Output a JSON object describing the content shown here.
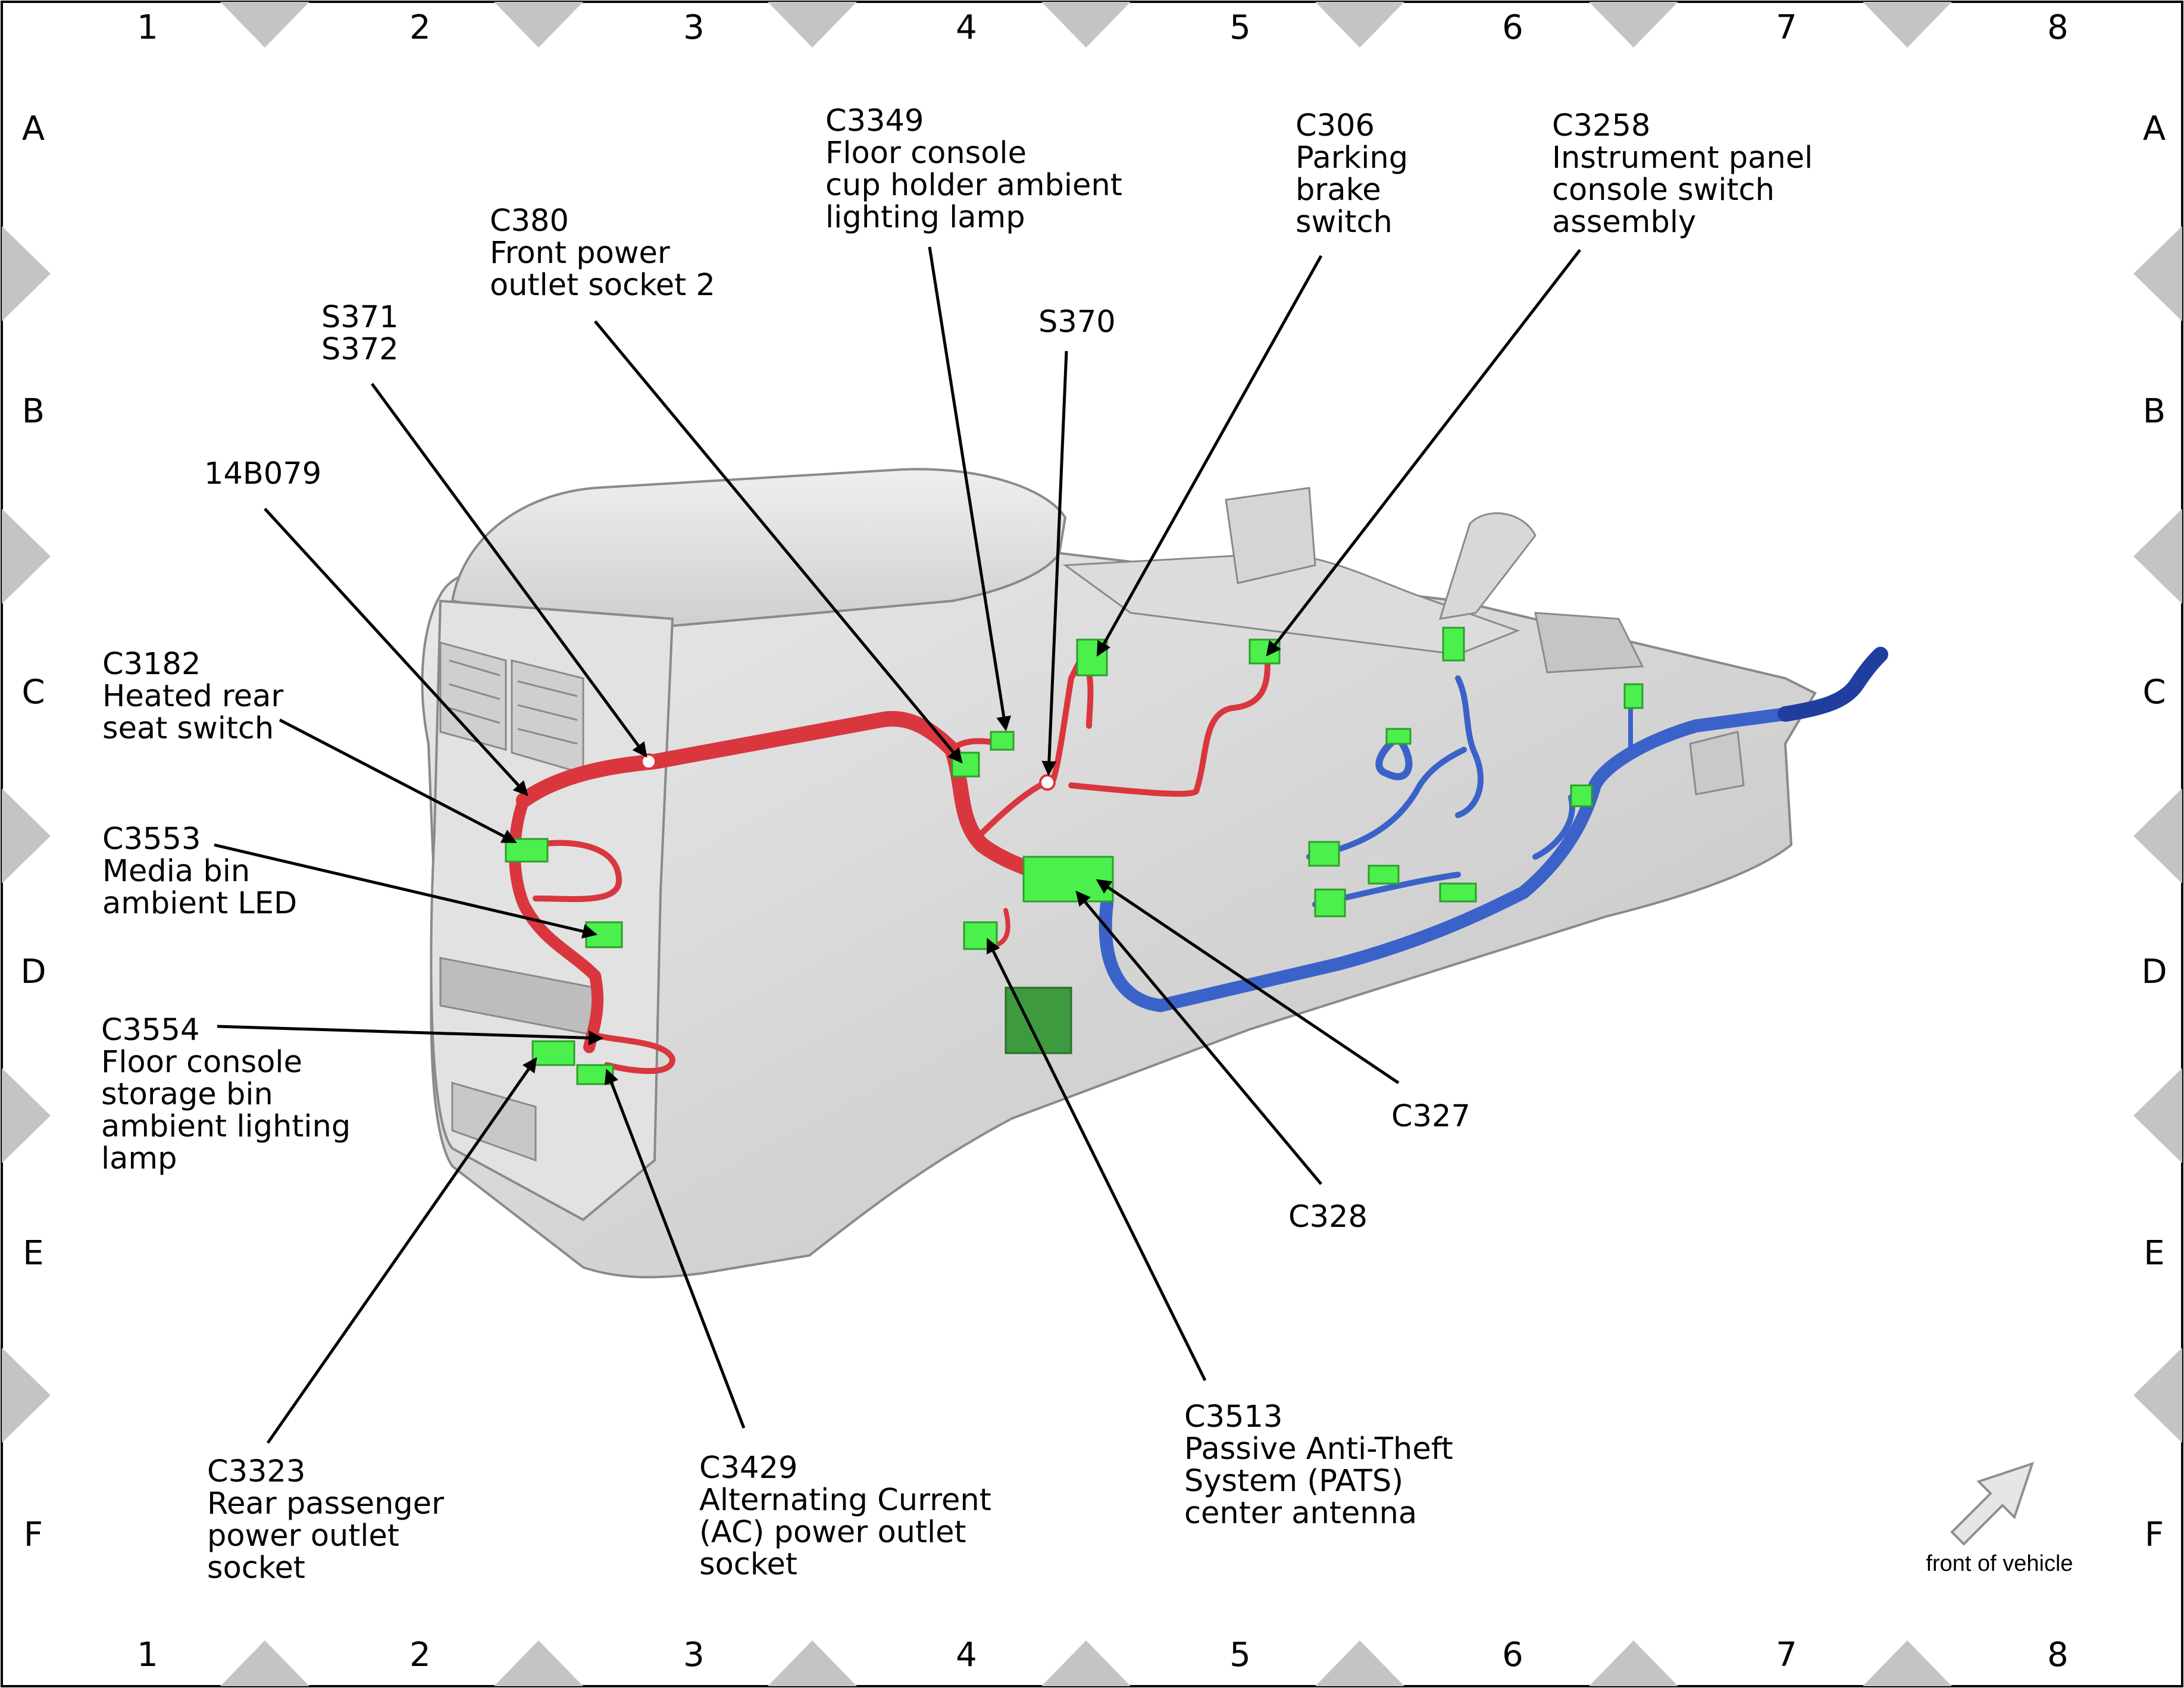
{
  "grid": {
    "columns": [
      "1",
      "2",
      "3",
      "4",
      "5",
      "6",
      "7",
      "8"
    ],
    "rows": [
      "A",
      "B",
      "C",
      "D",
      "E",
      "F"
    ]
  },
  "callouts": [
    {
      "id": "c3349",
      "lines": [
        "C3349",
        "Floor console",
        "cup holder ambient",
        "lighting lamp"
      ]
    },
    {
      "id": "c306",
      "lines": [
        "C306",
        "Parking",
        "brake",
        "switch"
      ]
    },
    {
      "id": "c3258",
      "lines": [
        "C3258",
        "Instrument panel",
        "console switch",
        "assembly"
      ]
    },
    {
      "id": "c380",
      "lines": [
        "C380",
        "Front power",
        "outlet socket 2"
      ]
    },
    {
      "id": "s371",
      "lines": [
        "S371",
        "S372"
      ]
    },
    {
      "id": "s370",
      "lines": [
        "S370"
      ]
    },
    {
      "id": "14b079",
      "lines": [
        "14B079"
      ]
    },
    {
      "id": "c3182",
      "lines": [
        "C3182",
        "Heated rear",
        "seat switch"
      ]
    },
    {
      "id": "c3553",
      "lines": [
        "C3553",
        "Media bin",
        "ambient LED"
      ]
    },
    {
      "id": "c3554",
      "lines": [
        "C3554",
        "Floor console",
        "storage bin",
        "ambient lighting",
        "lamp"
      ]
    },
    {
      "id": "c327",
      "lines": [
        "C327"
      ]
    },
    {
      "id": "c328",
      "lines": [
        "C328"
      ]
    },
    {
      "id": "c3513",
      "lines": [
        "C3513",
        "Passive Anti-Theft",
        "System (PATS)",
        "center antenna"
      ]
    },
    {
      "id": "c3323",
      "lines": [
        "C3323",
        "Rear passenger",
        "power outlet",
        "socket"
      ]
    },
    {
      "id": "c3429",
      "lines": [
        "C3429",
        "Alternating Current",
        "(AC) power outlet",
        "socket"
      ]
    }
  ],
  "orientation": {
    "label": "front of vehicle",
    "icon": "arrow-up-right-icon"
  },
  "colors": {
    "red_harness": "#d9363e",
    "blue_harness": "#3a62c9",
    "connector": "#4cf04c",
    "console_body": "#d8d8d8",
    "frame_marker": "#c4c4c4"
  }
}
